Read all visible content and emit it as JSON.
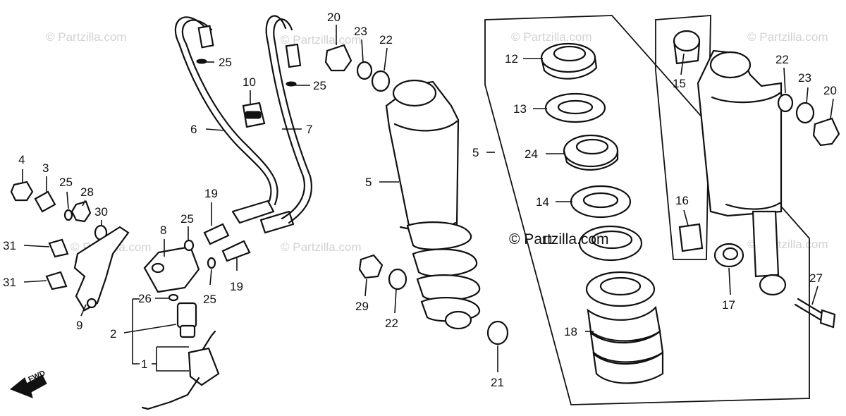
{
  "watermark": {
    "faint": "© Partzilla.com",
    "main": "© Partzilla.com"
  },
  "direction_label": "FWD",
  "callouts": {
    "c1": "1",
    "c2": "2",
    "c3": "3",
    "c4": "4",
    "c5a": "5",
    "c5b": "5",
    "c6": "6",
    "c7": "7",
    "c8": "8",
    "c9": "9",
    "c10": "10",
    "c11": "11",
    "c12": "12",
    "c13": "13",
    "c14": "14",
    "c15": "15",
    "c16": "16",
    "c17": "17",
    "c18": "18",
    "c19a": "19",
    "c19b": "19",
    "c20a": "20",
    "c20b": "20",
    "c21": "21",
    "c22a": "22",
    "c22b": "22",
    "c22c": "22",
    "c23a": "23",
    "c23b": "23",
    "c24": "24",
    "c25a": "25",
    "c25b": "25",
    "c25c": "25",
    "c25d": "25",
    "c25e": "25",
    "c26": "26",
    "c27": "27",
    "c28": "28",
    "c29": "29",
    "c30": "30",
    "c31a": "31",
    "c31b": "31"
  }
}
